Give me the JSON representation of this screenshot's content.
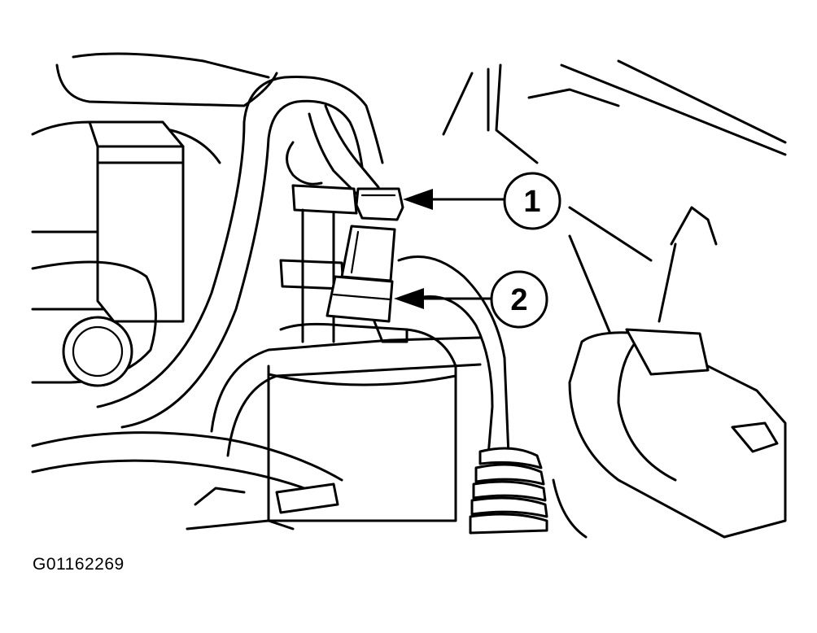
{
  "callouts": [
    {
      "number": "1"
    },
    {
      "number": "2"
    }
  ],
  "figure_id": "G01162269",
  "colors": {
    "line": "#000000",
    "background": "#ffffff"
  }
}
